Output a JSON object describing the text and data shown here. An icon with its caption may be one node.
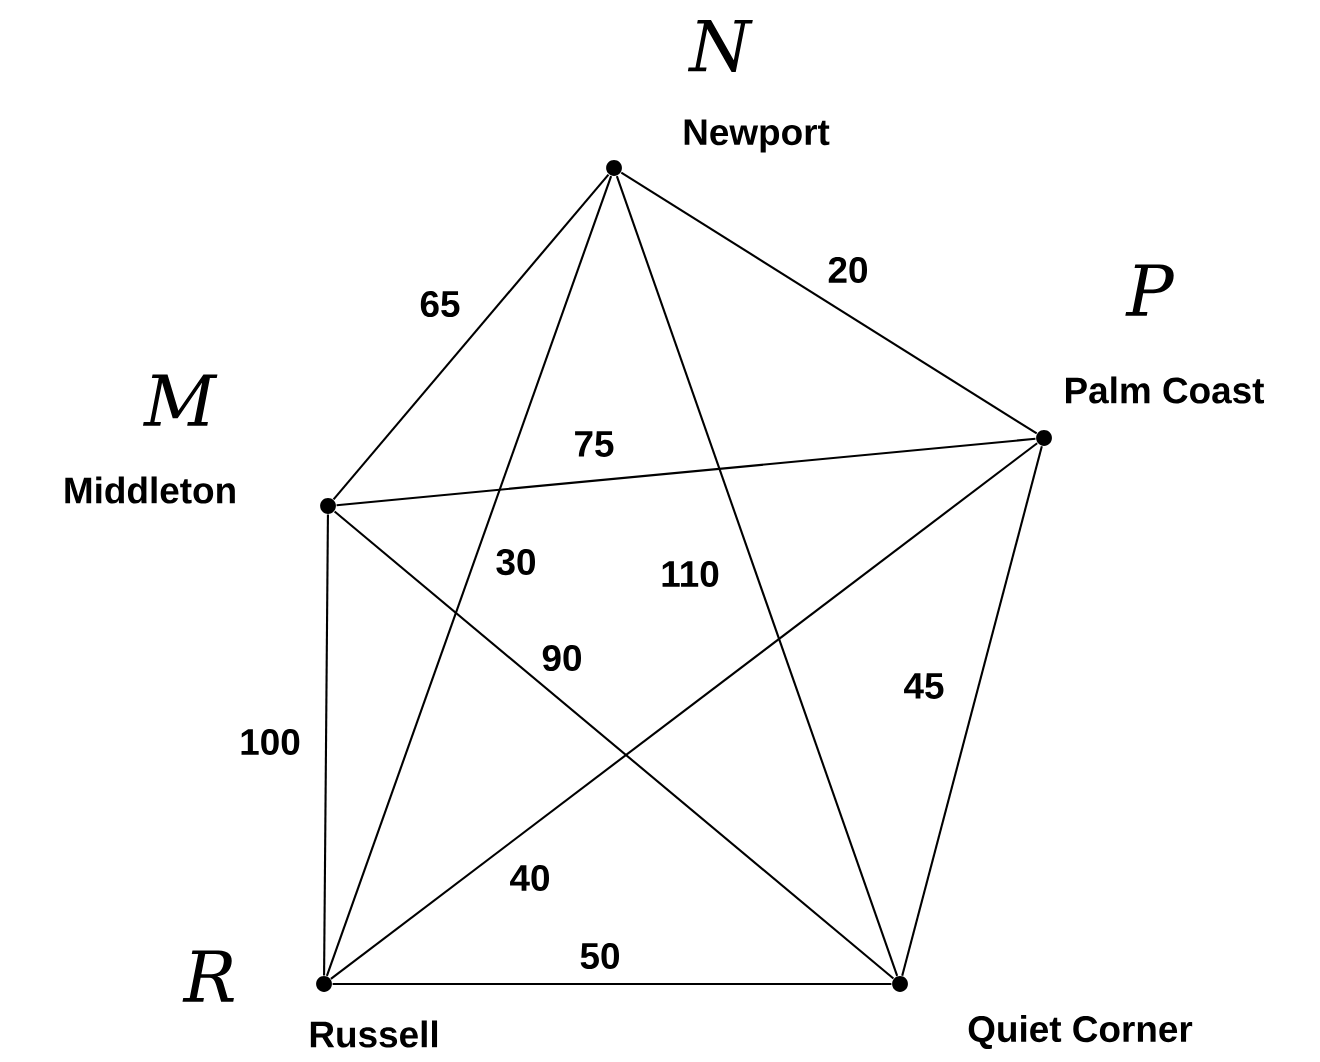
{
  "diagram": {
    "nodes": [
      {
        "text": [],
        "shape": "circle",
        "beside": [
          "Newport"
        ]
      },
      {
        "text": [],
        "shape": "circle",
        "beside": [
          "Palm Coast"
        ]
      },
      {
        "text": [],
        "shape": "circle",
        "beside": [
          "Middleton"
        ]
      },
      {
        "text": [],
        "shape": "circle",
        "beside": [
          "Russell"
        ]
      },
      {
        "text": [],
        "shape": "circle",
        "beside": [
          "Quiet Corner"
        ]
      }
    ],
    "edges": [
      {
        "from": 0,
        "to": 2,
        "arrow": "none",
        "label": "65"
      },
      {
        "from": 0,
        "to": 1,
        "arrow": "none",
        "label": "20"
      },
      {
        "from": 2,
        "to": 1,
        "arrow": "none",
        "label": "75"
      },
      {
        "from": 0,
        "to": 3,
        "arrow": "none",
        "label": "30"
      },
      {
        "from": 0,
        "to": 4,
        "arrow": "none",
        "label": "110"
      },
      {
        "from": 2,
        "to": 4,
        "arrow": "none",
        "label": "90"
      },
      {
        "from": 1,
        "to": 4,
        "arrow": "none",
        "label": "45"
      },
      {
        "from": 2,
        "to": 3,
        "arrow": "none",
        "label": "100"
      },
      {
        "from": 3,
        "to": 1,
        "arrow": "none",
        "label": "40"
      },
      {
        "from": 3,
        "to": 4,
        "arrow": "none",
        "label": "50"
      }
    ],
    "labels": [
      "N",
      "P",
      "M",
      "R"
    ]
  }
}
